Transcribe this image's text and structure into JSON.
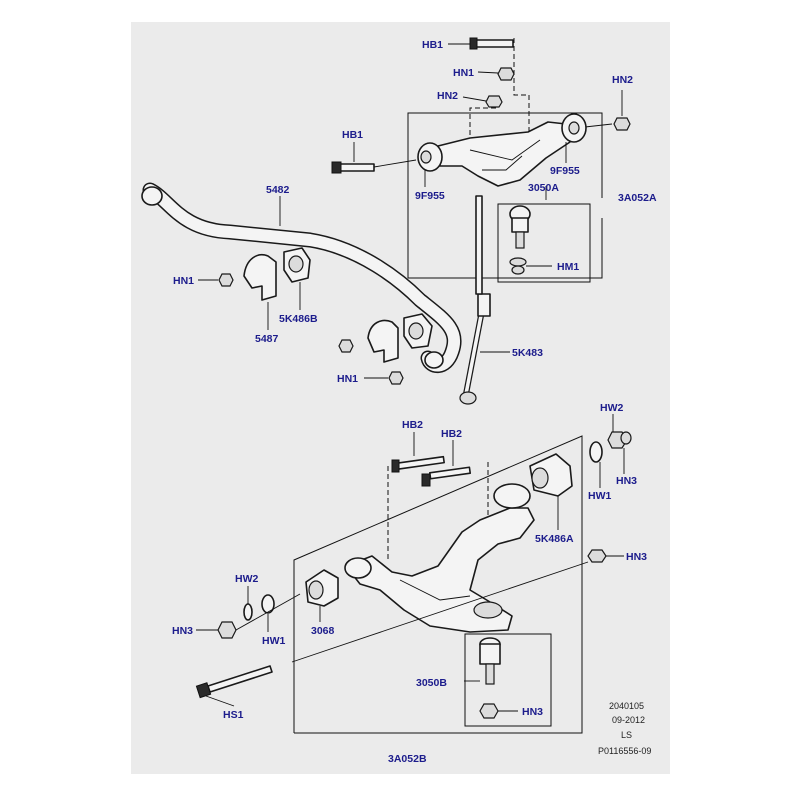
{
  "labels": {
    "hb1_top": "HB1",
    "hn1_top": "HN1",
    "hn2_top": "HN2",
    "hn2_right": "HN2",
    "hb1_left": "HB1",
    "bush_9f955_left": "9F955",
    "bush_9f955_right": "9F955",
    "upper_arm": "3050A",
    "upper_arm_assembly": "3A052A",
    "hm1": "HM1",
    "stabilizer_bar": "5482",
    "hn1_left": "HN1",
    "clamp": "5487",
    "stab_bushing": "5K486B",
    "stab_link": "5K483",
    "hn1_mid": "HN1",
    "hb2_a": "HB2",
    "hb2_b": "HB2",
    "hw2_right": "HW2",
    "hn3_right": "HN3",
    "hw1_right": "HW1",
    "lower_bush_a": "5K486A",
    "hn3_mid": "HN3",
    "hw2_left": "HW2",
    "hn3_left": "HN3",
    "hw1_left": "HW1",
    "lower_bush_b": "3068",
    "ball_joint": "3050B",
    "hn3_bottom": "HN3",
    "hs1": "HS1",
    "lower_arm_assembly": "3A052B"
  },
  "meta": {
    "code": "2040105",
    "date": "09-2012",
    "author": "LS",
    "ref": "P0116556-09"
  }
}
